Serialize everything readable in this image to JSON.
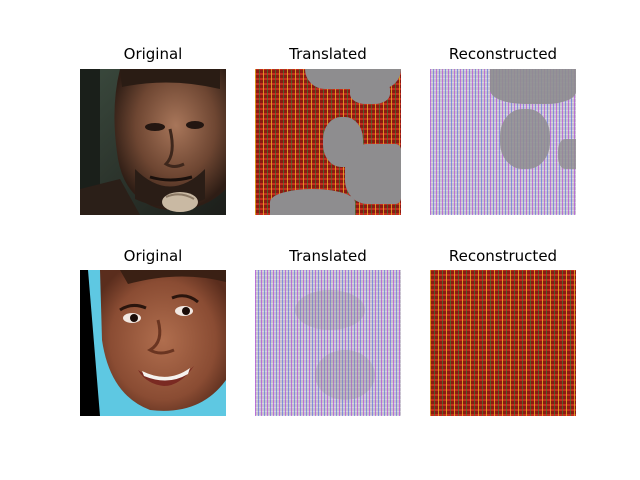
{
  "figure": {
    "rows": [
      {
        "panels": [
          {
            "title": "Original",
            "content": "man-face-photo"
          },
          {
            "title": "Translated",
            "content": "red-checker-artifact-with-gray-patches"
          },
          {
            "title": "Reconstructed",
            "content": "purple-checker-artifact-with-gray-patch"
          }
        ]
      },
      {
        "panels": [
          {
            "title": "Original",
            "content": "smiling-woman-face-photo"
          },
          {
            "title": "Translated",
            "content": "purple-checker-artifact"
          },
          {
            "title": "Reconstructed",
            "content": "red-checker-artifact"
          }
        ]
      }
    ]
  },
  "colors": {
    "artifact_red": "#8c1a12",
    "artifact_purple": "#c9c2cf",
    "artifact_gray": "#8e8d8f",
    "background_cyan": "#5ec8e2"
  }
}
